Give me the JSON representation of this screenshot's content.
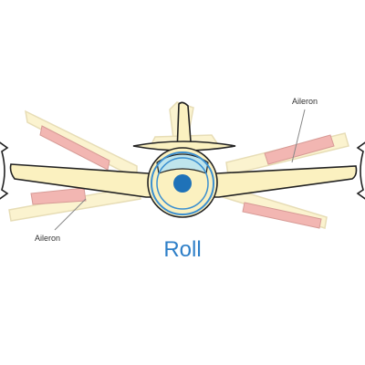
{
  "title": "Roll",
  "labels": {
    "aileron_top_right": "Aileron",
    "aileron_bottom_left": "Aileron"
  },
  "colors": {
    "airframe_fill": "#FBF1C0",
    "airframe_stroke": "#222222",
    "ghost_fill": "#FBF3CF",
    "ghost_stroke": "#E7DDB6",
    "aileron_fill": "#F2B6B2",
    "aileron_stroke": "#D79B96",
    "canopy_fill": "#BFE5EC",
    "ring_stroke": "#3B8FD0",
    "hub_fill": "#1F72B8",
    "title_color": "#2E7FC8",
    "arrow_fill": "#FFFFFF",
    "arrow_stroke": "#222222",
    "leader_stroke": "#888888"
  },
  "icons": {
    "left_arrow": "curved-roll-arrow-icon",
    "right_arrow": "curved-roll-arrow-icon"
  }
}
